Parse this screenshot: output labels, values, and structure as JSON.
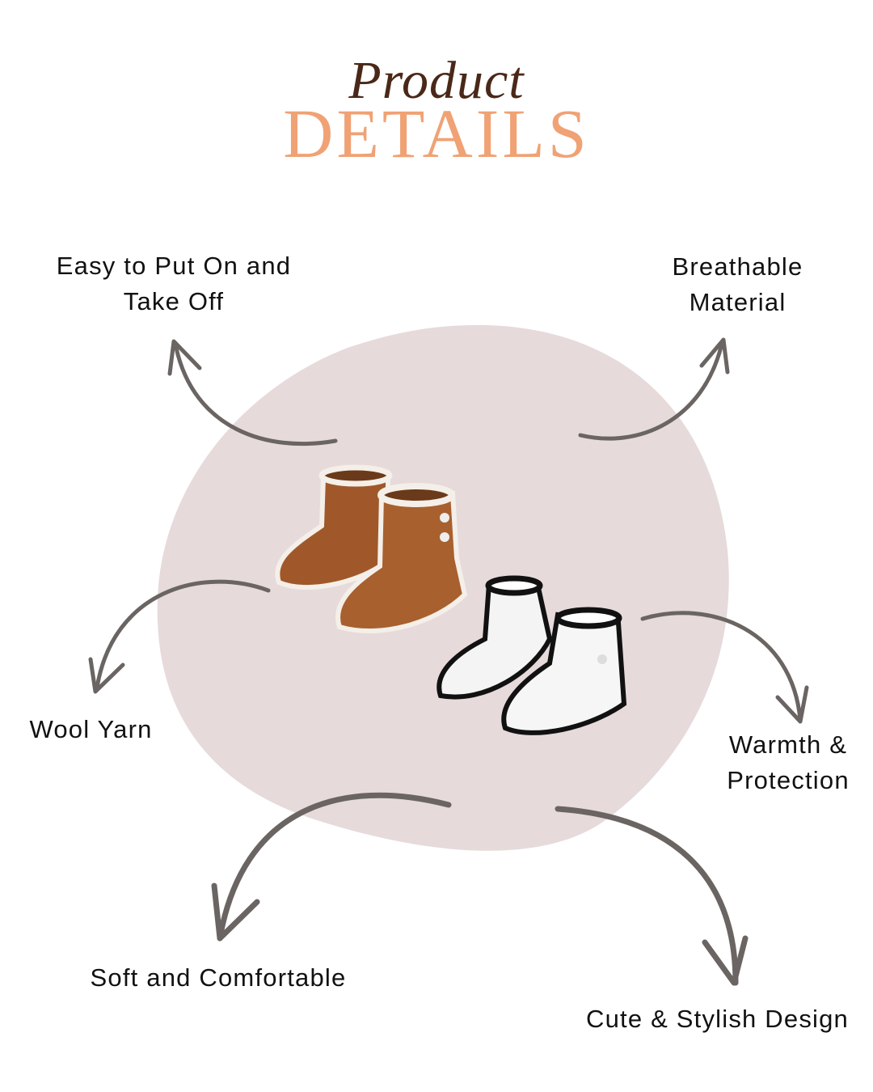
{
  "header": {
    "script_title": "Product",
    "main_title": "DETAILS"
  },
  "features": [
    {
      "label_line1": "Easy to Put On and",
      "label_line2": "Take Off"
    },
    {
      "label_line1": "Breathable",
      "label_line2": "Material"
    },
    {
      "label_line1": "Wool Yarn"
    },
    {
      "label_line1": "Warmth &",
      "label_line2": "Protection"
    },
    {
      "label_line1": "Soft and Comfortable"
    },
    {
      "label_line1": "Cute & Stylish Design"
    }
  ],
  "colors": {
    "blob": "#e6dadb",
    "arrow": "#6a6562",
    "title_script": "#4a2818",
    "title_main": "#f0a274",
    "bootie_brown": "#a0582a"
  }
}
